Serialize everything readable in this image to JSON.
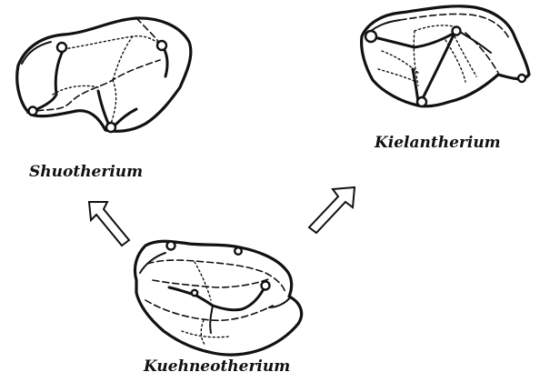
{
  "taxa": {
    "top_left": "Shuotherium",
    "top_right": "Kielantherium",
    "bottom": "Kuehneotherium"
  }
}
